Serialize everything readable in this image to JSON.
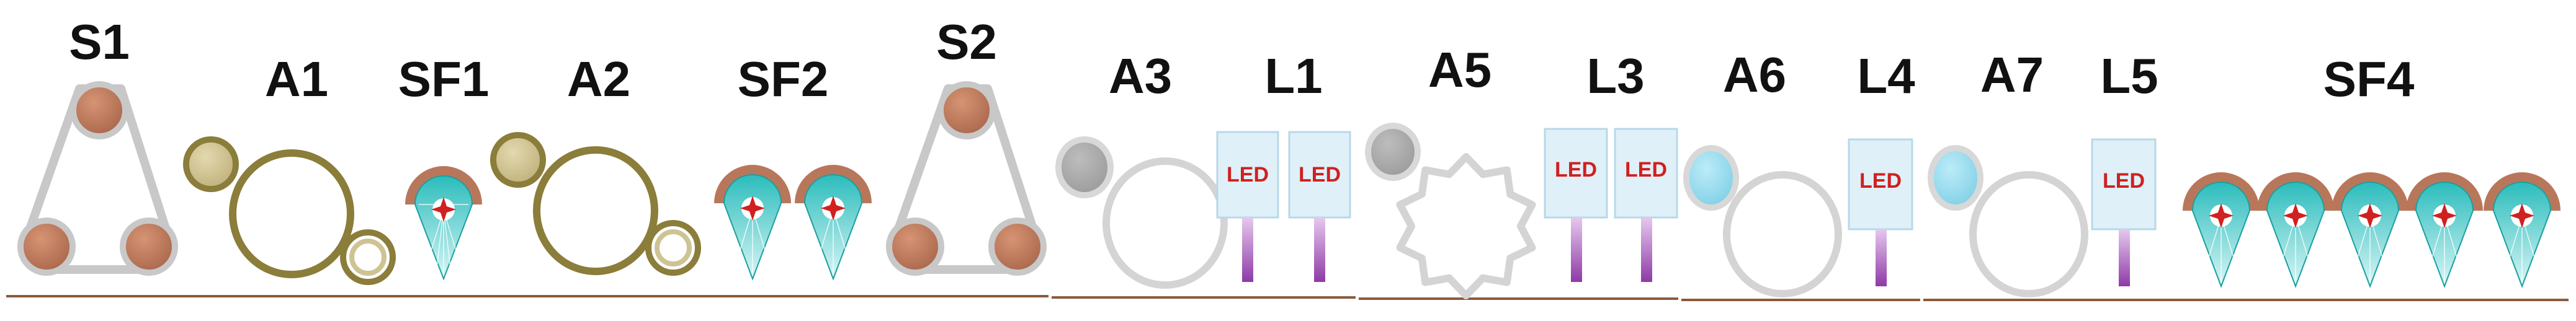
{
  "labels": {
    "s1": "S1",
    "a1": "A1",
    "sf1": "SF1",
    "a2": "A2",
    "sf2": "SF2",
    "s2": "S2",
    "a3": "A3",
    "l1": "L1",
    "a5": "A5",
    "l3": "L3",
    "a6": "A6",
    "l4": "L4",
    "a7": "A7",
    "l5": "L5",
    "sf4": "SF4"
  },
  "led_text": "LED",
  "colors": {
    "copper": "#b8775a",
    "olive": "#8b7d3a",
    "olive_fill": "#cfc394",
    "silver": "#c8c8c8",
    "silver_dark": "#a8a8a8",
    "light_blue": "#8fd8ec",
    "teal": "#3cc8c8",
    "led_red": "#d02020",
    "led_panel": "#dff0f8",
    "stem_purple": "#a04cb8",
    "baseline": "#8b5a3c"
  }
}
